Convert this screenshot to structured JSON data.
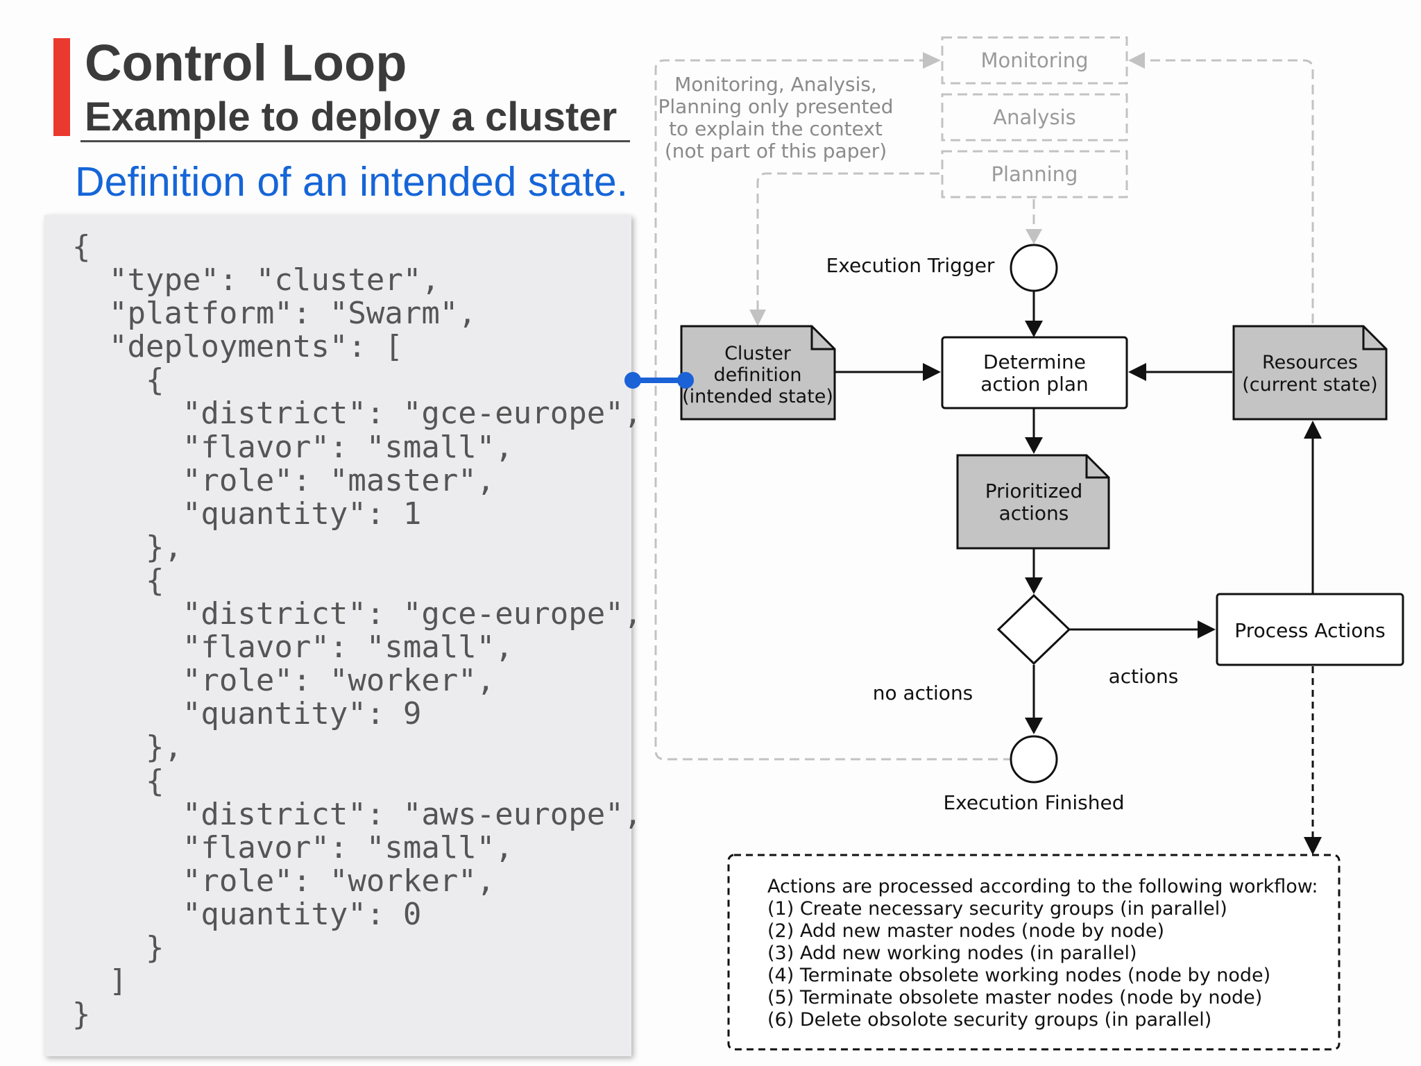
{
  "header": {
    "title": "Control Loop",
    "subtitle": "Example to deploy a cluster",
    "definition": "Definition of an intended state."
  },
  "code_sample": "{\n  \"type\": \"cluster\",\n  \"platform\": \"Swarm\",\n  \"deployments\": [\n    {\n      \"district\": \"gce-europe\",\n      \"flavor\": \"small\",\n      \"role\": \"master\",\n      \"quantity\": 1\n    },\n    {\n      \"district\": \"gce-europe\",\n      \"flavor\": \"small\",\n      \"role\": \"worker\",\n      \"quantity\": 9\n    },\n    {\n      \"district\": \"aws-europe\",\n      \"flavor\": \"small\",\n      \"role\": \"worker\",\n      \"quantity\": 0\n    }\n  ]\n}",
  "diagram": {
    "mape_note": [
      "Monitoring, Analysis,",
      "Planning only presented",
      "to explain the context",
      "(not part of this paper)"
    ],
    "monitoring": "Monitoring",
    "analysis": "Analysis",
    "planning": "Planning",
    "execution_trigger": "Execution Trigger",
    "cluster_definition": [
      "Cluster",
      "definition",
      "(intended state)"
    ],
    "determine_action_plan": [
      "Determine",
      "action plan"
    ],
    "resources": [
      "Resources",
      "(current state)"
    ],
    "prioritized_actions": [
      "Prioritized",
      "actions"
    ],
    "process_actions": "Process Actions",
    "actions_label": "actions",
    "no_actions_label": "no actions",
    "execution_finished": "Execution Finished",
    "workflow_note": [
      "Actions are processed according to the following workflow:",
      "(1) Create necessary security groups (in parallel)",
      "(2) Add new master nodes (node by node)",
      "(3) Add new working nodes (in parallel)",
      "(4) Terminate obsolete working nodes (node by node)",
      "(5) Terminate obsolete master nodes (node by node)",
      "(6) Delete obsolote security groups (in parallel)"
    ]
  },
  "colors": {
    "accent": "#ea3a2f",
    "definition_blue": "#1565d8",
    "connector_blue": "#1a62d6",
    "document_fill": "#c4c4c4",
    "dashed_gray": "#bdbdbd"
  }
}
